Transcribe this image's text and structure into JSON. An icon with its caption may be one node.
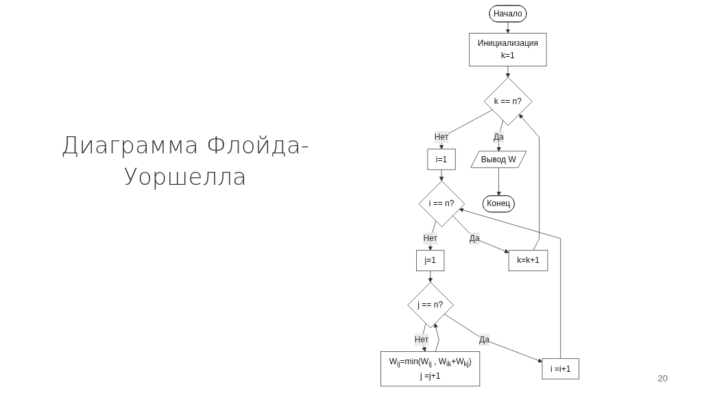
{
  "diagram": {
    "title": "Диаграмма Флойда-Уоршелла",
    "nodes": [
      {
        "text": [
          "Начало"
        ]
      },
      {
        "text": [
          "Инициализация",
          "k=1"
        ]
      },
      {
        "text": [
          "k == n?"
        ]
      },
      {
        "text": [
          "i=1"
        ]
      },
      {
        "text": [
          "i == n?"
        ]
      },
      {
        "text": [
          "j=1"
        ]
      },
      {
        "text": [
          "j == n?"
        ]
      },
      {
        "text": [
          "W$_{ij}$=min(W$_{ij}$ , W$_{ik}$+W$_{kj}$)",
          "j =j+1"
        ]
      },
      {
        "text": [
          "i =i+1"
        ]
      },
      {
        "text": [
          "k=k+1"
        ]
      },
      {
        "text": [
          "Вывод W"
        ]
      },
      {
        "text": [
          "Конец"
        ]
      }
    ],
    "edges": [
      {
        "from": 0,
        "to": 1,
        "arrow": "to"
      },
      {
        "from": 1,
        "to": 2,
        "arrow": "to"
      },
      {
        "from": 2,
        "to": 3,
        "arrow": "to",
        "label": "Нет"
      },
      {
        "from": 3,
        "to": 4,
        "arrow": "to"
      },
      {
        "from": 4,
        "to": 5,
        "arrow": "to",
        "label": "Нет"
      },
      {
        "from": 5,
        "to": 6,
        "arrow": "to"
      },
      {
        "from": 6,
        "to": 7,
        "arrow": "to",
        "label": "Нет"
      },
      {
        "from": 7,
        "to": 6,
        "arrow": "to"
      },
      {
        "from": 6,
        "to": 8,
        "arrow": "to",
        "label": "Да"
      },
      {
        "from": 8,
        "to": 4,
        "arrow": "to"
      },
      {
        "from": 4,
        "to": 9,
        "arrow": "to",
        "label": "Да"
      },
      {
        "from": 9,
        "to": 2,
        "arrow": "to"
      },
      {
        "from": 2,
        "to": 10,
        "arrow": "to",
        "label": "Да"
      },
      {
        "from": 10,
        "to": 11,
        "arrow": "to"
      }
    ],
    "labels": [
      "20"
    ]
  }
}
